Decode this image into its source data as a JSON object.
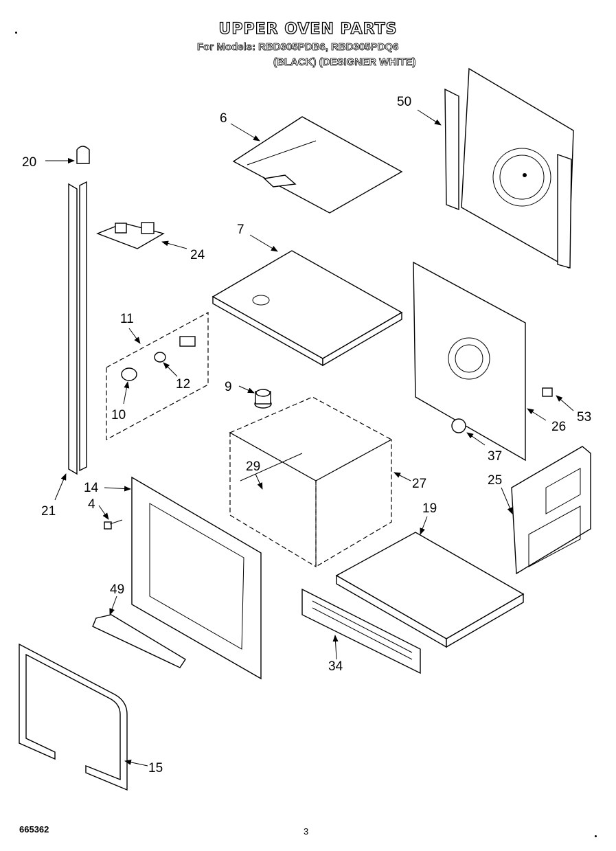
{
  "header": {
    "title": "UPPER OVEN PARTS",
    "models": "For Models: RBD305PDB6, RBD305PDQ6",
    "colors": "(BLACK)  (DESIGNER WHITE)"
  },
  "footer": {
    "doc_number": "665362",
    "page": "3"
  },
  "callouts": [
    "50",
    "6",
    "20",
    "24",
    "7",
    "11",
    "12",
    "10",
    "9",
    "29",
    "27",
    "26",
    "53",
    "37",
    "25",
    "14",
    "4",
    "21",
    "19",
    "49",
    "34",
    "15"
  ]
}
